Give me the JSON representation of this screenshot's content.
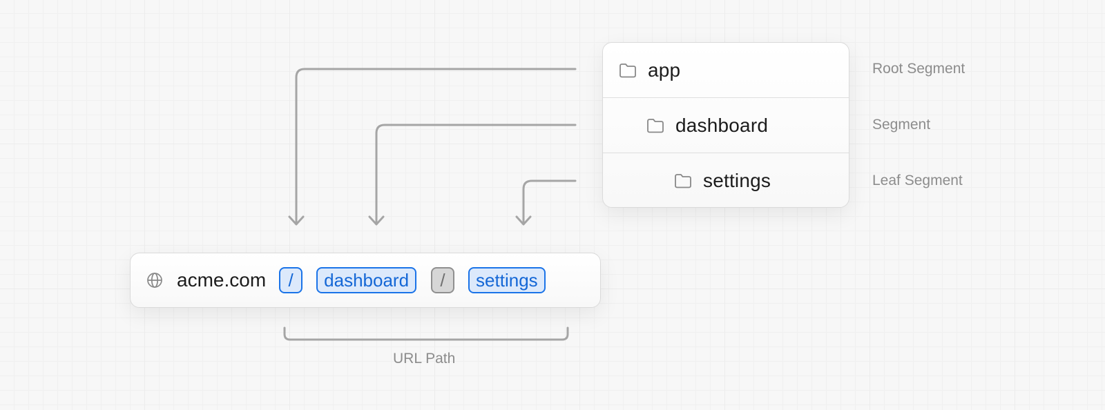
{
  "tree": {
    "rows": [
      {
        "folder": "app",
        "label": "Root Segment"
      },
      {
        "folder": "dashboard",
        "label": "Segment"
      },
      {
        "folder": "settings",
        "label": "Leaf Segment"
      }
    ]
  },
  "url": {
    "domain": "acme.com",
    "segments": [
      {
        "text": "/",
        "style": "blue"
      },
      {
        "text": "dashboard",
        "style": "blue"
      },
      {
        "text": "/",
        "style": "gray"
      },
      {
        "text": "settings",
        "style": "blue"
      }
    ],
    "path_label": "URL Path"
  },
  "colors": {
    "connector": "#a5a5a5",
    "chip_blue_border": "#1a73e8",
    "chip_blue_fill": "#dce9fb",
    "chip_gray_border": "#8f8f8f",
    "label_gray": "#8c8c8c"
  },
  "icons": {
    "folder": "folder-icon",
    "globe": "globe-icon"
  }
}
